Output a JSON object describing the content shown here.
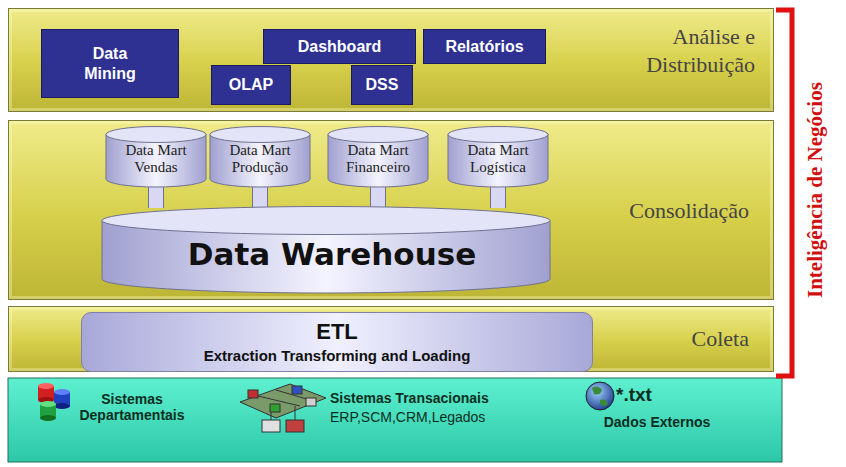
{
  "diagram": {
    "nodes": [
      {
        "text": [
          "Análise e Distribuição"
        ]
      },
      {
        "text": [
          "Data Mining"
        ],
        "in": 0
      },
      {
        "text": [
          "Dashboard"
        ],
        "in": 0
      },
      {
        "text": [
          "Relatórios"
        ],
        "in": 0
      },
      {
        "text": [
          "OLAP"
        ],
        "in": 0
      },
      {
        "text": [
          "DSS"
        ],
        "in": 0
      },
      {
        "text": [
          "Consolidação"
        ]
      },
      {
        "text": [
          "Data Mart Vendas"
        ],
        "in": 6
      },
      {
        "text": [
          "Data Mart Produção"
        ],
        "in": 6
      },
      {
        "text": [
          "Data Mart Financeiro"
        ],
        "in": 6
      },
      {
        "text": [
          "Data Mart Logística"
        ],
        "in": 6
      },
      {
        "text": [
          "Data Warehouse"
        ],
        "in": 6
      },
      {
        "text": [
          "Coleta"
        ]
      },
      {
        "text": [
          "ETL",
          "Extraction Transforming and Loading"
        ],
        "in": 12
      }
    ],
    "edges": [
      {
        "from": 7,
        "to": 11,
        "arrow": "none"
      },
      {
        "from": 8,
        "to": 11,
        "arrow": "none"
      },
      {
        "from": 9,
        "to": 11,
        "arrow": "none"
      },
      {
        "from": 10,
        "to": 11,
        "arrow": "none"
      }
    ],
    "labels": [
      "Sistemas Departamentais",
      "Sistemas Transacionais",
      "ERP,SCM,CRM,Legados",
      "*.txt",
      "Dados Externos",
      "Inteligência de Negócios"
    ]
  }
}
